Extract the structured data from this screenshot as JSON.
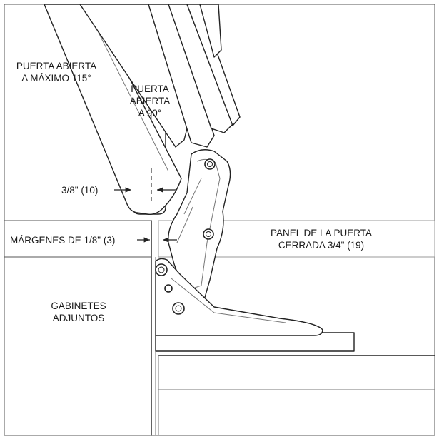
{
  "labels": {
    "door_115": [
      "PUERTA ABIERTA",
      "A MÁXIMO 115°"
    ],
    "door_90": [
      "PUERTA",
      "ABIERTA",
      "A 90°"
    ],
    "gap_38": {
      "frac": "3/8\"",
      "mm": " (10)"
    },
    "margins": {
      "text": "MÁRGENES DE ",
      "frac": "1/8\"",
      "mm": " (3)"
    },
    "panel": [
      "PANEL DE LA PUERTA",
      "CERRADA "
    ],
    "panel_frac": "3/4\"",
    "panel_mm": " (19)",
    "cabinets": [
      "GABINETES",
      "ADJUNTOS"
    ]
  }
}
